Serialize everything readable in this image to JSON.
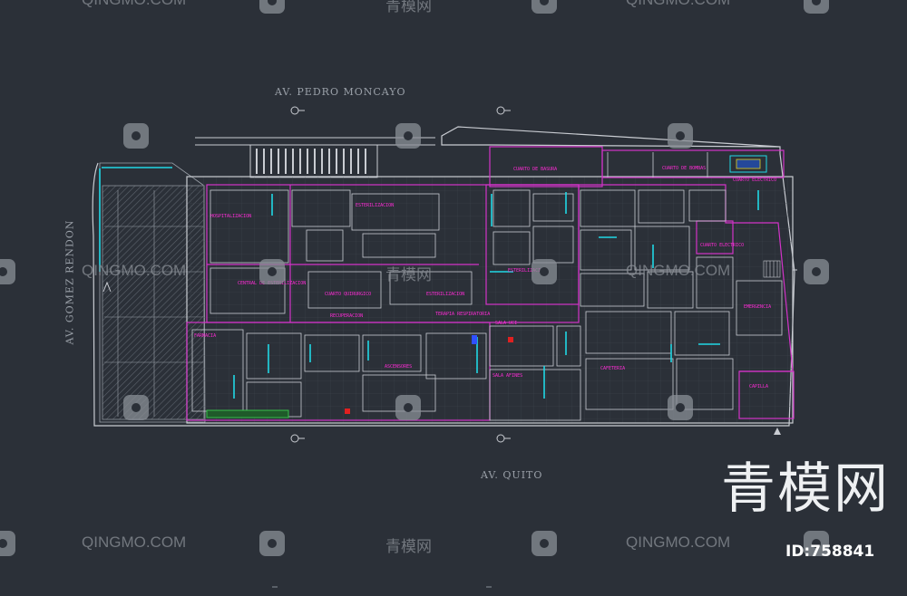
{
  "streets": {
    "north": "AV. PEDRO MONCAYO",
    "south": "AV. QUITO",
    "west": "AV. GOMEZ RENDON"
  },
  "rooms": [
    {
      "label": "CUARTO DE BASURA"
    },
    {
      "label": "CUARTO DE BOMBAS"
    },
    {
      "label": "CUARTO ELECTRICO"
    },
    {
      "label": "CUARTO ELECTRICO"
    },
    {
      "label": "ESTERILIZACION"
    },
    {
      "label": "ESTERILIZACION"
    },
    {
      "label": "CENTRAL DE ESTERILIZACION"
    },
    {
      "label": "CUARTO QUIRURGICO"
    },
    {
      "label": "ESTERILIZACION"
    },
    {
      "label": "RECUPERACION"
    },
    {
      "label": "TERAPIA RESPIRATORIA"
    },
    {
      "label": "SALA UCI"
    },
    {
      "label": "FARMACIA"
    },
    {
      "label": "ASCENSORES"
    },
    {
      "label": "SALA AFINES"
    },
    {
      "label": "CAFETERIA"
    },
    {
      "label": "HOSPITALIZACION"
    },
    {
      "label": "EMERGENCIA"
    },
    {
      "label": "CAPILLA"
    }
  ],
  "watermarks": {
    "latin": "QINGMO.COM",
    "chinese": "青模网"
  },
  "brand": {
    "logo_text": "青模网",
    "id_text": "ID:758841"
  },
  "colors": {
    "background": "#2b3038",
    "walls": "#c9ccd2",
    "zone_outline": "#d233c8",
    "glazing": "#21d8e6",
    "room_labels": "#ff2bd6"
  }
}
